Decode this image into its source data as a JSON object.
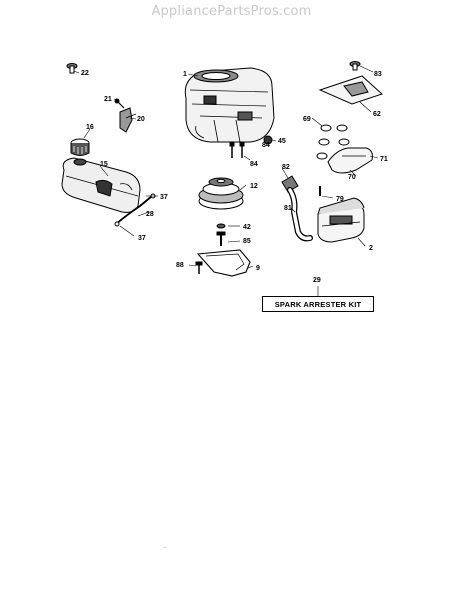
{
  "watermark": "AppliancePartsPros.com",
  "kit_label": "SPARK ARRESTER KIT",
  "stray_mark": "..",
  "callouts": {
    "c1": "1",
    "c2": "2",
    "c9": "9",
    "c12": "12",
    "c15": "15",
    "c16": "16",
    "c20": "20",
    "c21": "21",
    "c22": "22",
    "c28": "28",
    "c29": "29",
    "c37a": "37",
    "c37b": "37",
    "c42": "42",
    "c45": "45",
    "c62": "62",
    "c69": "69",
    "c70": "70",
    "c71": "71",
    "c79": "79",
    "c81": "81",
    "c82": "82",
    "c83": "83",
    "c84a": "84",
    "c84b": "84",
    "c85": "85",
    "c88": "88"
  },
  "colors": {
    "line": "#000000",
    "watermark": "#c9c9c9",
    "background": "#ffffff"
  }
}
